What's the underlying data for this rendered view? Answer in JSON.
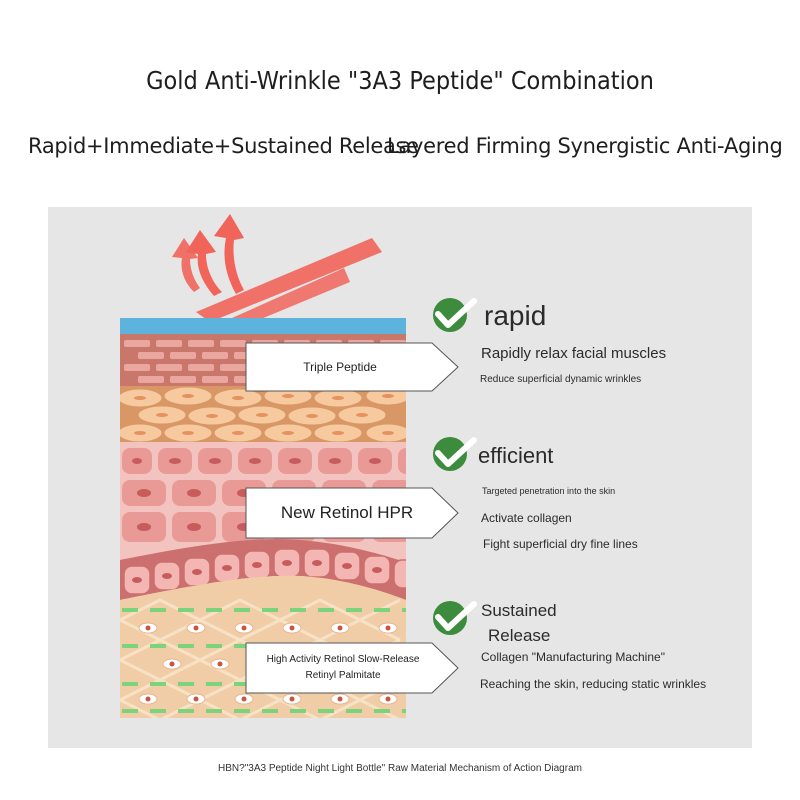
{
  "title": "Gold Anti-Wrinkle \"3A3 Peptide\" Combination",
  "subtitles": {
    "left": "Rapid+Immediate+Sustained Release",
    "right": "Layered Firming Synergistic Anti-Aging"
  },
  "layers": [
    {
      "ingredient": "Triple Peptide",
      "check_icon": "check-circle-icon",
      "heading": "rapid",
      "lines": [
        "Rapidly relax facial muscles",
        "Reduce superficial dynamic wrinkles"
      ]
    },
    {
      "ingredient": "New Retinol HPR",
      "check_icon": "check-circle-icon",
      "heading": "efficient",
      "lines": [
        "Targeted penetration into the skin",
        "Activate collagen",
        "Fight superficial dry fine lines"
      ]
    },
    {
      "ingredient": "High Activity Retinol Slow-Release Retinyl Palmitate",
      "check_icon": "check-circle-icon",
      "heading_line1": "Sustained",
      "heading_line2": "Release",
      "lines": [
        "Collagen \"Manufacturing Machine\"",
        "Reaching the skin, reducing static wrinkles"
      ]
    }
  ],
  "colors": {
    "check_green": "#3d8b3d",
    "arrow_red": "#f0645a",
    "skin_surface_blue": "#5eb3dc",
    "brick_layer": "#c9766b",
    "cell_layer": "#e99a96",
    "dermis_layer": "#f0cda6",
    "fiber_green": "#7bd37b",
    "panel_gray": "#e6e6e6"
  },
  "footer": "HBN?\"3A3 Peptide Night Light Bottle\" Raw Material Mechanism of Action Diagram"
}
